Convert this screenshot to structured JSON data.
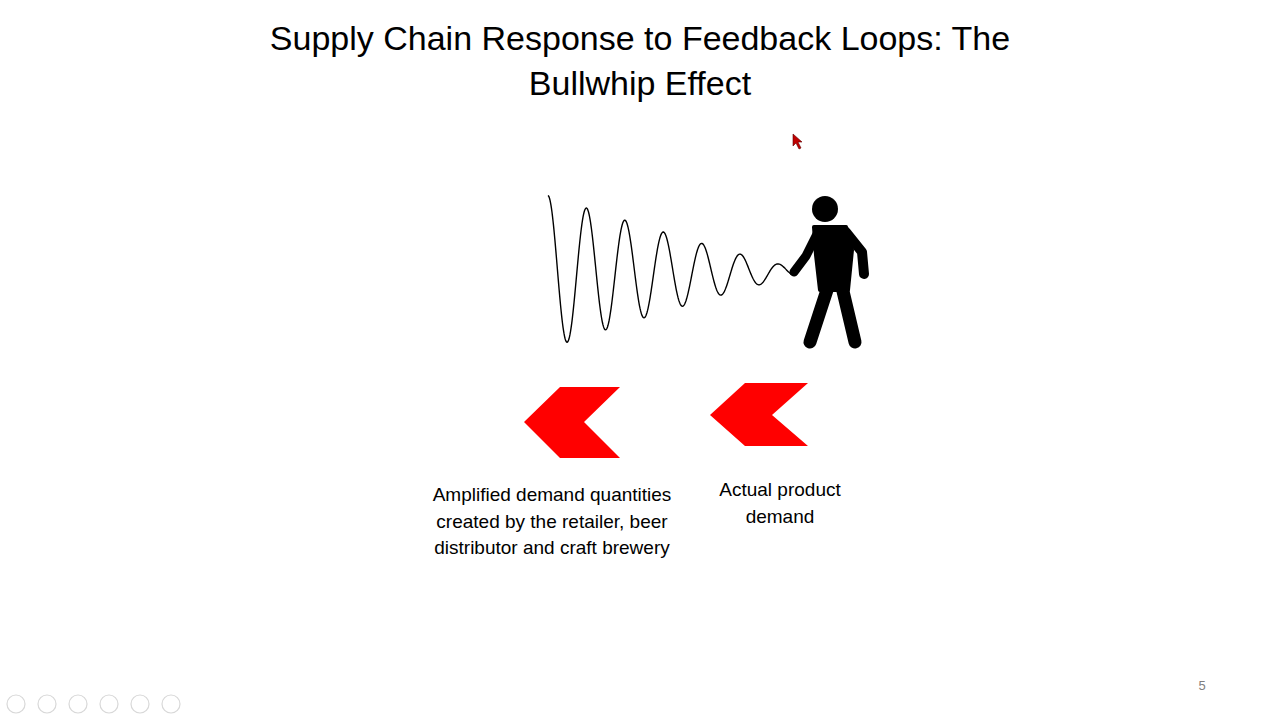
{
  "diagram": {
    "title": "Supply Chain Response to Feedback Loops: The Bullwhip Effect",
    "labels": [
      "Amplified demand quantities created by the retailer, beer distributor and craft brewery",
      "Actual product demand",
      "5"
    ]
  }
}
